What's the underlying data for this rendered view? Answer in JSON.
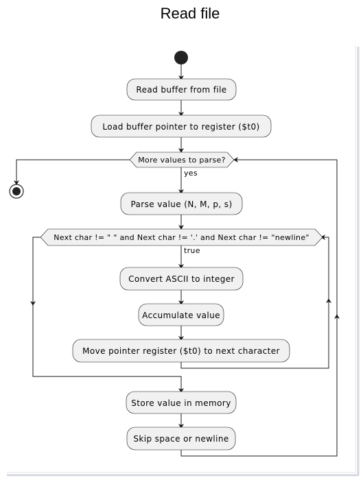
{
  "diagram": {
    "title": "Read file",
    "steps": {
      "read_buffer": "Read buffer from file",
      "load_pointer": "Load buffer pointer to register ($t0)",
      "parse_value": "Parse value (N, M, p, s)",
      "convert_ascii": "Convert ASCII to integer",
      "accumulate": "Accumulate value",
      "move_pointer": "Move pointer register ($t0) to next character",
      "store_value": "Store value in memory",
      "skip_space": "Skip space or newline"
    },
    "decisions": {
      "more_values": "More values to parse?",
      "next_char": "Next char != \" \" and Next char != '.' and Next char != \"newline\""
    },
    "edge_labels": {
      "yes": "yes",
      "true": "true"
    },
    "colors": {
      "node_fill": "#f1f1f1",
      "line": "#181818",
      "start_node": "#222222",
      "page_border": "#cfd2dc"
    }
  }
}
